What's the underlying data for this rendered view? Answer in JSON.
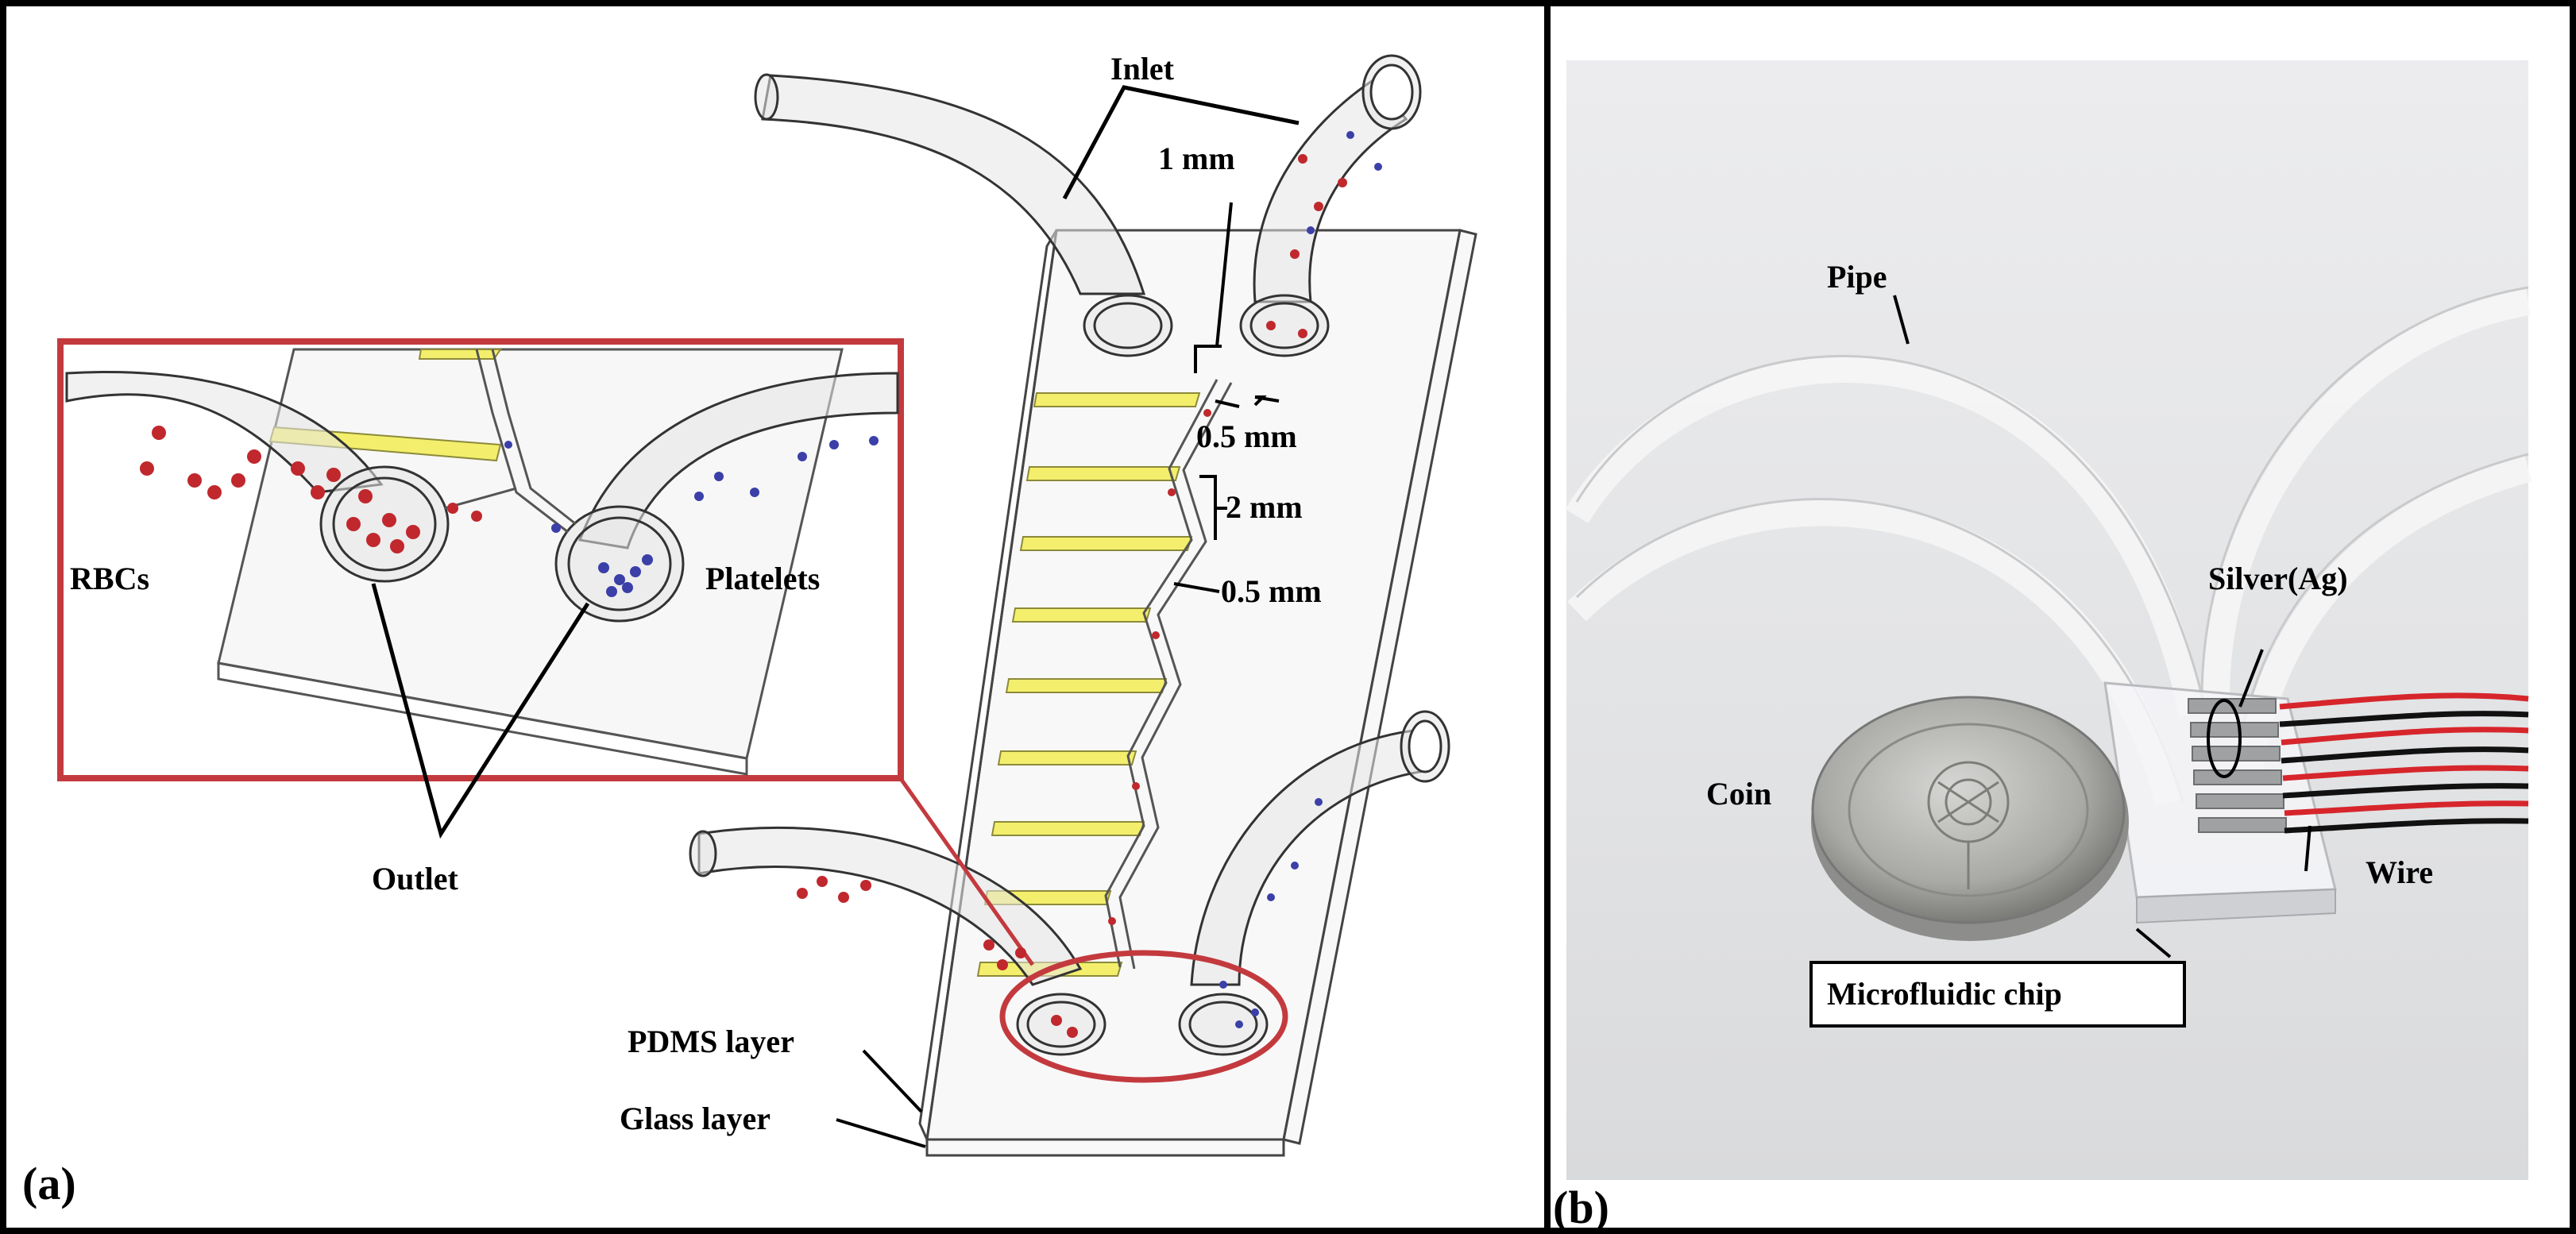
{
  "panel_a": {
    "tag": "(a)",
    "inlet": "Inlet",
    "outlet": "Outlet",
    "rbcs": "RBCs",
    "platelets": "Platelets",
    "dim_1mm": "1 mm",
    "dim_05mm_top": "0.5 mm",
    "dim_2mm": "2 mm",
    "dim_05mm_mid": "0.5 mm",
    "pdms_layer": "PDMS layer",
    "glass_layer": "Glass layer"
  },
  "panel_b": {
    "tag": "(b)",
    "pipe": "Pipe",
    "silver": "Silver(Ag)",
    "coin": "Coin",
    "wire": "Wire",
    "chip": "Microfluidic chip"
  },
  "colors": {
    "rbc": "#c0282d",
    "platelet": "#3b3fa8",
    "electrode": "#f3ef6c",
    "inset_frame": "#c33a3e",
    "photo_bg": "#e6e7e9",
    "wire_red": "#d6262b"
  }
}
